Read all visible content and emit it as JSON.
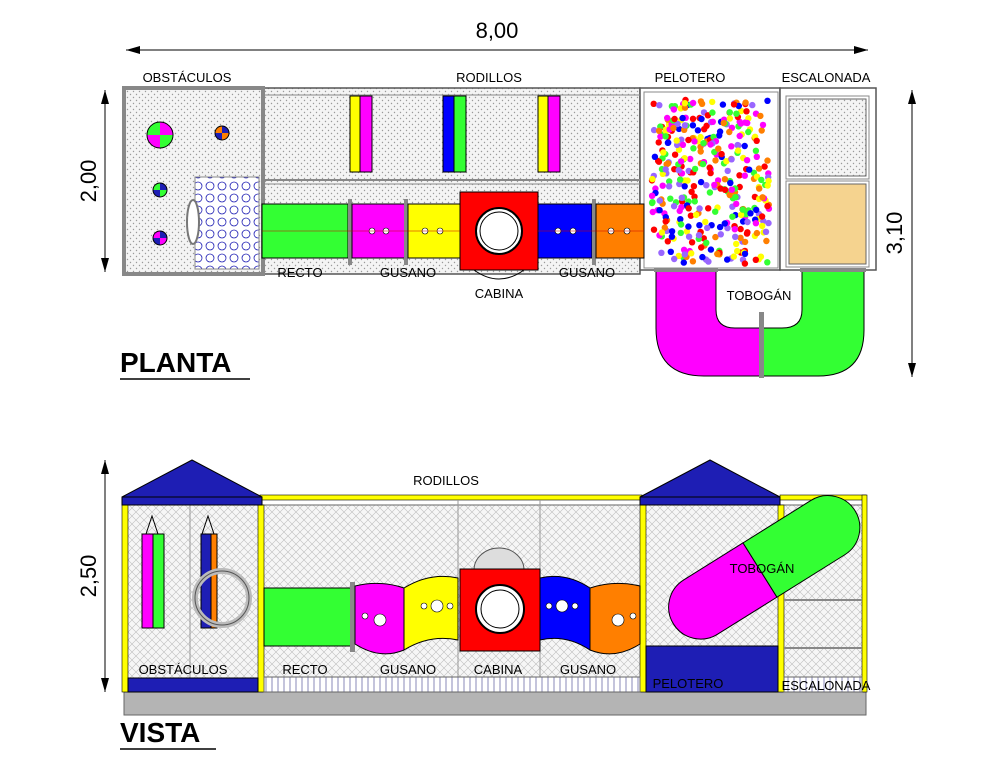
{
  "colors": {
    "green": "#33ff33",
    "magenta": "#ff00ff",
    "yellow": "#ffff00",
    "red": "#ff0000",
    "blue": "#0000ff",
    "orange": "#ff7f00",
    "navy": "#1e1eb4",
    "sand": "#f5d38f",
    "ground": "#b4b4b4"
  },
  "dimensions": {
    "width": "8,00",
    "depth_left": "2,00",
    "depth_right": "3,10",
    "height": "2,50"
  },
  "plan": {
    "title": "PLANTA",
    "labels": {
      "obstaculos": "OBSTÁCULOS",
      "rodillos": "RODILLOS",
      "pelotero": "PELOTERO",
      "escalonada": "ESCALONADA",
      "recto": "RECTO",
      "gusano1": "GUSANO",
      "cabina": "CABINA",
      "gusano2": "GUSANO",
      "tobogan": "TOBOGÁN"
    }
  },
  "elevation": {
    "title": "VISTA",
    "labels": {
      "rodillos": "RODILLOS",
      "tobogan": "TOBOGÁN",
      "obstaculos": "OBSTÁCULOS",
      "recto": "RECTO",
      "gusano1": "GUSANO",
      "cabina": "CABINA",
      "gusano2": "GUSANO",
      "pelotero": "PELOTERO",
      "escalonada": "ESCALONADA"
    }
  }
}
